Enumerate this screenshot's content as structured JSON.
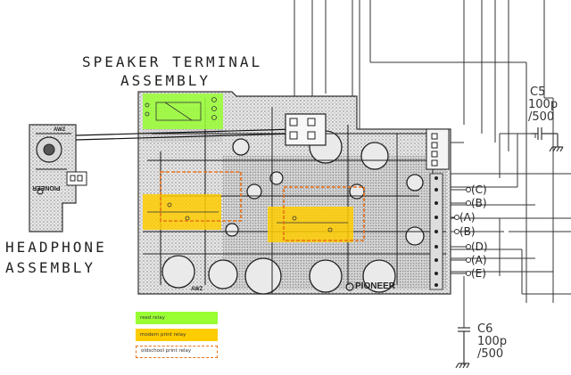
{
  "labels": {
    "speaker_line1": "SPEAKER TERMINAL",
    "speaker_line2": "ASSEMBLY",
    "headphone_line1": "HEADPHONE",
    "headphone_line2": "ASSEMBLY",
    "c5_name": "C5",
    "c5_value": "100p",
    "c5_voltage": "/500",
    "c6_name": "C6",
    "c6_value": "100p",
    "c6_voltage": "/500",
    "pcb_brand": "PIONEER",
    "hp_brand": "PIONEER",
    "part_awz": "AWZ",
    "part_awz2": "AWZ"
  },
  "connectors": [
    {
      "label": "(C)"
    },
    {
      "label": "(B)"
    },
    {
      "label": "(A)"
    },
    {
      "label": "(B)"
    },
    {
      "label": "(D)"
    },
    {
      "label": "(A)"
    },
    {
      "label": "(E)"
    }
  ],
  "legend": [
    {
      "text": "reed relay",
      "color": "#99ff33",
      "dashed": false
    },
    {
      "text": "modern print relay",
      "color": "#ffcc00",
      "dashed": false
    },
    {
      "text": "oldschool print relay",
      "color": "#ffffff",
      "dashed": true,
      "border": "#ff6600"
    }
  ],
  "highlight_colors": {
    "reed": "#99ff33",
    "modern": "#ffcc00",
    "oldschool": "#e8731a"
  }
}
